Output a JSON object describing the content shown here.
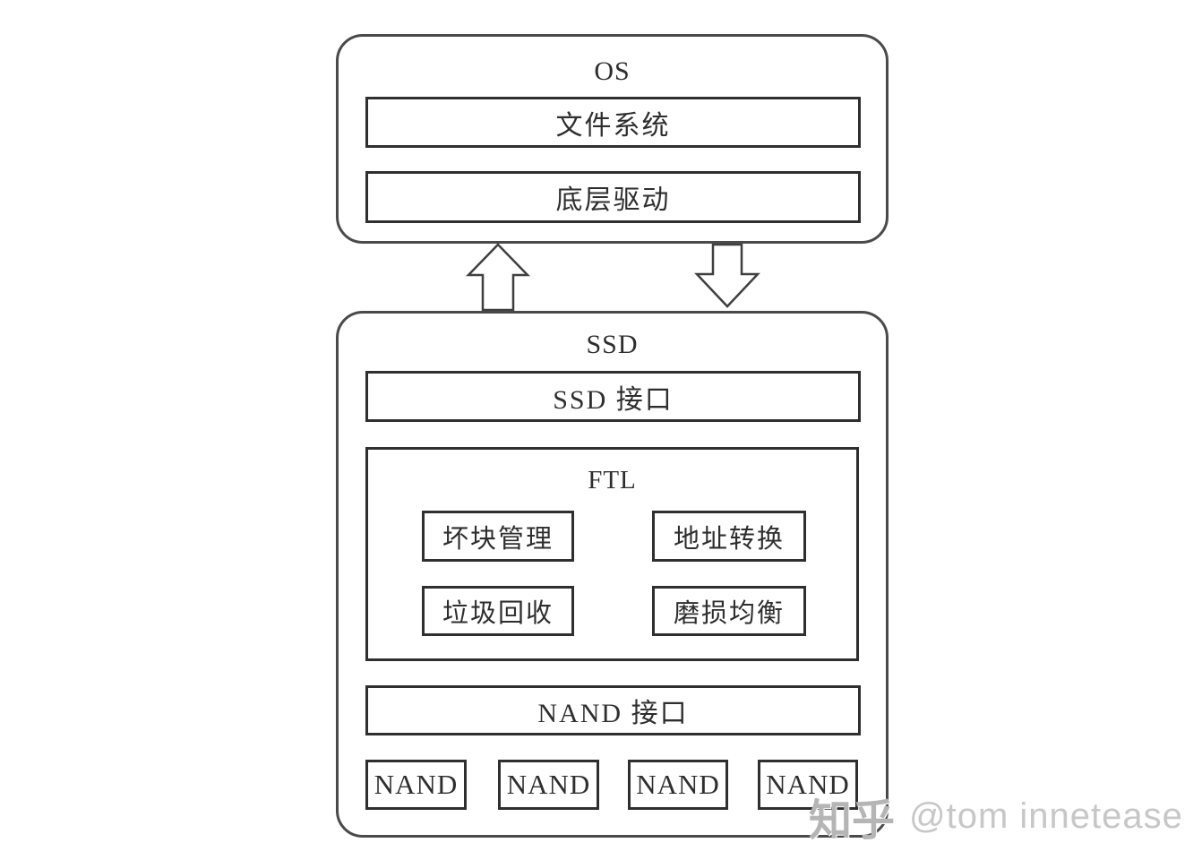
{
  "os": {
    "title": "OS",
    "layers": [
      {
        "label": "文件系统"
      },
      {
        "label": "底层驱动"
      }
    ]
  },
  "ssd": {
    "title": "SSD",
    "interface_label": "SSD 接口",
    "ftl": {
      "title": "FTL",
      "modules": [
        {
          "label": "坏块管理"
        },
        {
          "label": "地址转换"
        },
        {
          "label": "垃圾回收"
        },
        {
          "label": "磨损均衡"
        }
      ]
    },
    "nand_interface_label": "NAND 接口",
    "nand_chips": [
      {
        "label": "NAND"
      },
      {
        "label": "NAND"
      },
      {
        "label": "NAND"
      },
      {
        "label": "NAND"
      }
    ]
  },
  "arrows": [
    {
      "name": "up-arrow",
      "direction": "up",
      "meaning": "SSD to OS data flow"
    },
    {
      "name": "down-arrow",
      "direction": "down",
      "meaning": "OS to SSD data flow"
    }
  ],
  "watermark": {
    "logo_text": "知乎",
    "handle": "@tom innetease"
  },
  "colors": {
    "background": "#ffffff",
    "outer_border": "#4a4a4a",
    "inner_border": "#2f2f2f",
    "text": "#2e2e2e",
    "watermark_logo": "#b5b5b5",
    "watermark_handle": "#c7c7c7"
  }
}
